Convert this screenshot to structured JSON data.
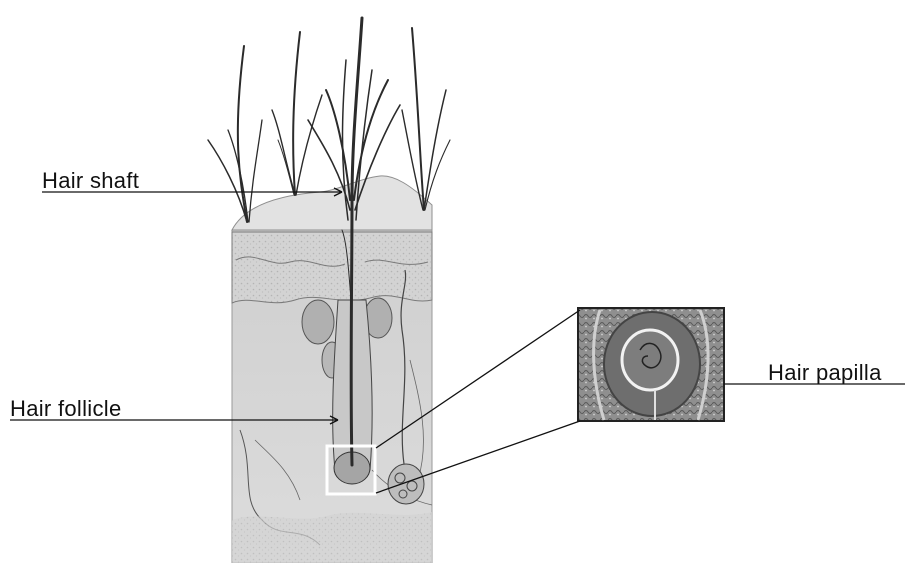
{
  "labels": {
    "hair_shaft": "Hair shaft",
    "hair_follicle": "Hair follicle",
    "hair_papilla": "Hair papilla"
  },
  "colors": {
    "background": "#ffffff",
    "skin_block": "#d9d9d9",
    "epidermis": "#c4c4c4",
    "dermis_texture": "#b8b8b8",
    "hair": "#2b2b2b",
    "leader_line": "#111111",
    "inset_frame": "#222222",
    "highlight_box": "#ffffff"
  }
}
